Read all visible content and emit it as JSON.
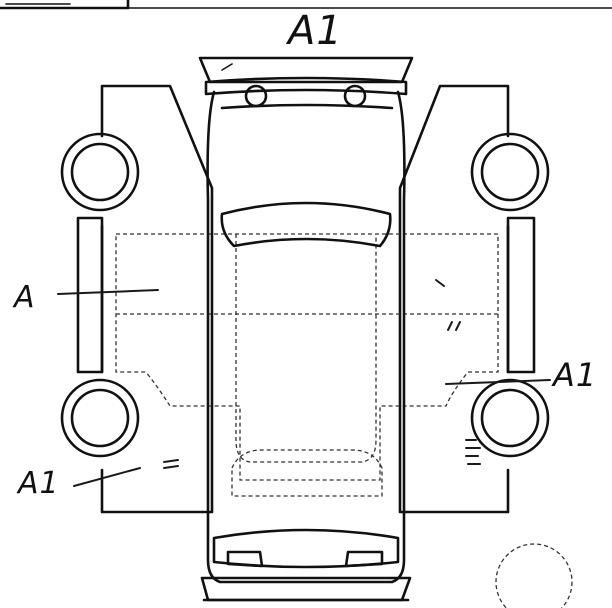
{
  "marks": {
    "top": "A1",
    "left": "A",
    "right": "A1",
    "bottom_left": "A1"
  },
  "colors": {
    "ink": "#111111",
    "background": "#ffffff"
  }
}
